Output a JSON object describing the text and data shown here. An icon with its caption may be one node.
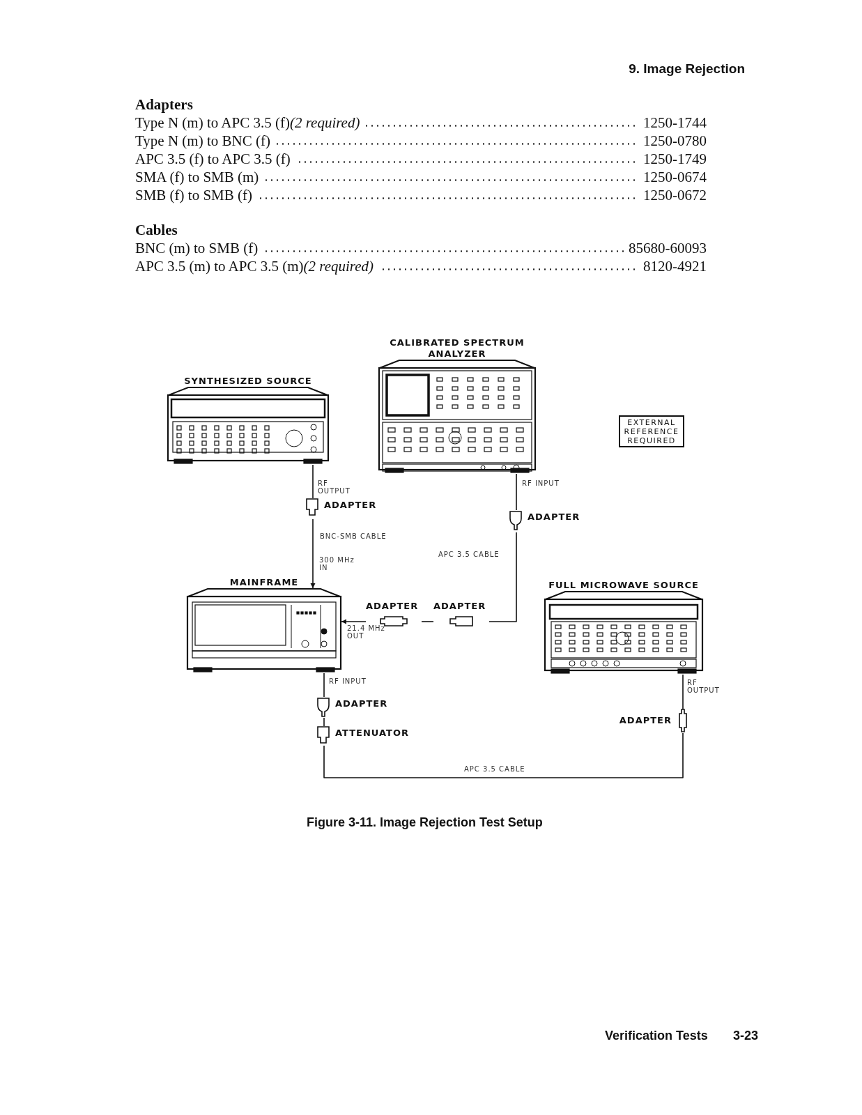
{
  "diagram": {
    "title": "9. Image Rejection",
    "caption": "Figure 3-11. Image Rejection Test Setup",
    "nodes": [
      {
        "text": [
          "SYNTHESIZED SOURCE"
        ]
      },
      {
        "text": [
          "CALIBRATED SPECTRUM ANALYZER"
        ]
      },
      {
        "text": [
          "EXTERNAL REFERENCE REQUIRED"
        ]
      },
      {
        "text": [
          "ADAPTER"
        ]
      },
      {
        "text": [
          "ADAPTER"
        ]
      },
      {
        "text": [
          "MAINFRAME"
        ]
      },
      {
        "text": [
          "FULL MICROWAVE SOURCE"
        ]
      },
      {
        "text": [
          "ADAPTER"
        ]
      },
      {
        "text": [
          "ADAPTER"
        ]
      },
      {
        "text": [
          "ADAPTER"
        ]
      },
      {
        "text": [
          "ATTENUATOR"
        ]
      },
      {
        "text": [
          "ADAPTER"
        ]
      }
    ],
    "edges": [
      {
        "from": 0,
        "to": 3,
        "arrow": "none"
      },
      {
        "from": 3,
        "to": 5,
        "arrow": "to",
        "label": "BNC-SMB CABLE"
      },
      {
        "from": 1,
        "to": 4,
        "arrow": "none"
      },
      {
        "from": 4,
        "to": 8,
        "arrow": "none",
        "label": "APC 3.5 CABLE"
      },
      {
        "from": 8,
        "to": 7,
        "arrow": "none"
      },
      {
        "from": 7,
        "to": 5,
        "arrow": "to"
      },
      {
        "from": 5,
        "to": 9,
        "arrow": "none"
      },
      {
        "from": 9,
        "to": 10,
        "arrow": "none"
      },
      {
        "from": 10,
        "to": 11,
        "arrow": "none",
        "label": "APC 3.5 CABLE"
      },
      {
        "from": 11,
        "to": 6,
        "arrow": "none"
      }
    ],
    "labels": [
      "Adapters",
      "Type N (m) to APC 3.5 (f)*(2 required)*",
      "1250-1744",
      "Type N (m) to BNC (f)",
      "1250-0780",
      "APC 3.5 (f) to APC 3.5 (f)",
      "1250-1749",
      "SMA (f) to SMB (m)",
      "1250-0674",
      "SMB (f) to SMB (f)",
      "1250-0672",
      "Cables",
      "BNC (m) to SMB (f)",
      "85680-60093",
      "APC 3.5 (m) to APC 3.5 (m)*(2 required)*",
      "8120-4921",
      "RF OUTPUT",
      "RF INPUT",
      "300 MHz IN",
      "21.4 MHz OUT",
      "RF INPUT",
      "RF OUTPUT",
      "Verification Tests",
      "3-23"
    ]
  }
}
